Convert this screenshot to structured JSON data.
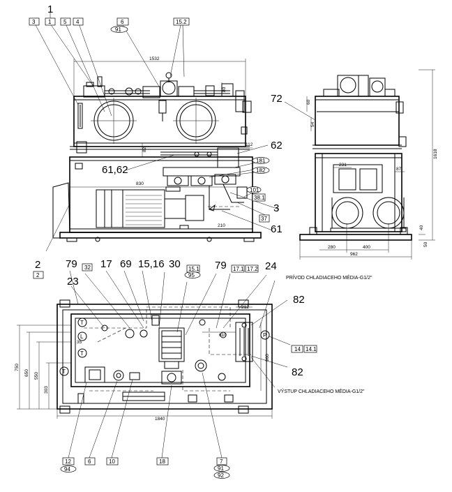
{
  "front_view": {
    "labels": {
      "l1": "1",
      "l2": "2",
      "l3": "3",
      "l61": "61",
      "l62": "62",
      "l6162": "61,62"
    },
    "boxes": {
      "b3": "3",
      "b1": "1",
      "b5": "5",
      "b4": "4",
      "b6": "6",
      "b91": "91",
      "b152": "15.2",
      "b2": "2",
      "b37": "37",
      "b381": "38.1",
      "b181": "181",
      "b182": "182",
      "b101": "101"
    },
    "dims": {
      "d1532": "1532",
      "d830": "830",
      "d112": "112",
      "d210": "210",
      "d80": "80",
      "d82": "82"
    }
  },
  "side_view": {
    "labels": {
      "l72": "72"
    },
    "dims": {
      "d962": "962",
      "d280": "280",
      "d400": "400",
      "d1618": "1618",
      "d231": "231",
      "d87": "87",
      "d40": "40",
      "d50": "50",
      "d60": "60",
      "d54": "54"
    }
  },
  "plan_view": {
    "labels": {
      "l79a": "79",
      "l17": "17",
      "l69": "69",
      "l1516": "15,16",
      "l30": "30",
      "l79b": "79",
      "l24": "24",
      "l23": "23",
      "l82a": "82",
      "l82b": "82"
    },
    "boxes": {
      "b32": "32",
      "b151": "15.1",
      "b95": "95",
      "b171": "17.1",
      "b172": "17.2",
      "b14": "14",
      "b141": "14.1",
      "b12": "12",
      "b94": "94",
      "b6": "6",
      "b10": "10",
      "b18": "18",
      "b7": "7",
      "b91": "91",
      "b92": "92"
    },
    "dims": {
      "d1840": "1840",
      "d750": "750",
      "d650": "650",
      "d550": "550",
      "d303": "303",
      "d610": "610",
      "d212": "212",
      "d960": "960",
      "d35": "35"
    },
    "notes": {
      "inlet": "PRÍVOD CHLADIACEHO MÉDIA-G1/2\"",
      "outlet": "VÝSTUP CHLADIACEHO MÉDIA-G1/2\""
    },
    "symbols": {
      "t": "T",
      "l": "L",
      "p": "P"
    }
  }
}
